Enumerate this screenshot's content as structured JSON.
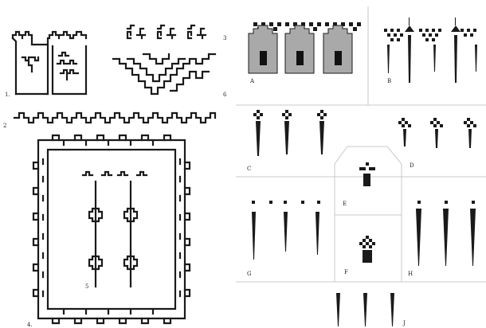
{
  "figure_labels": {
    "pattern_1": "1.",
    "pattern_2": "2",
    "pattern_3": "3",
    "pattern_4": "4.",
    "pattern_5": "5",
    "pattern_6": "6"
  },
  "panel_labels": {
    "A": "A",
    "B": "B",
    "C": "C",
    "D": "D",
    "E": "E",
    "F": "F",
    "G": "G",
    "H": "H",
    "J": "J"
  },
  "colors": {
    "ink": "#1a1a1a",
    "house_fill": "#a9a9a9",
    "divider": "#c9c9c9",
    "paper": "#ffffff"
  }
}
